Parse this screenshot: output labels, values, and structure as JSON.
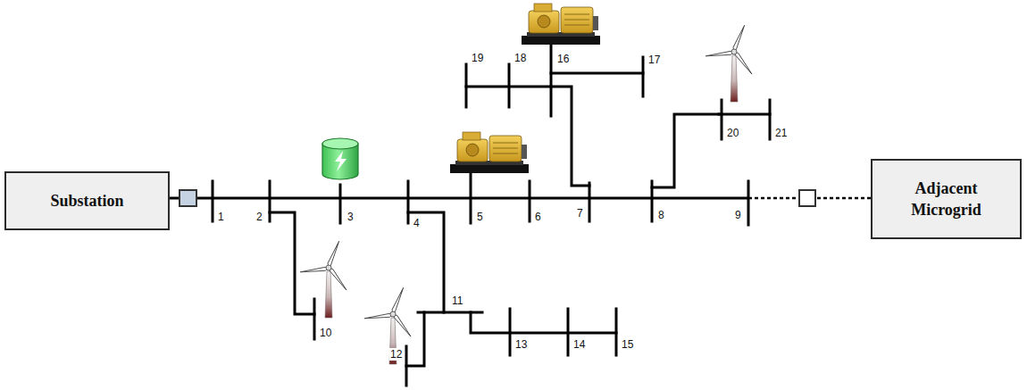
{
  "diagram": {
    "nodes": [
      {
        "text": [
          "Substation"
        ]
      },
      {
        "text": [
          "Adjacent Microgrid"
        ]
      }
    ],
    "edges": [
      {
        "from": 0,
        "to": 1,
        "arrow": "none"
      }
    ],
    "labels": [
      "1",
      "2",
      "3",
      "4",
      "5",
      "6",
      "7",
      "8",
      "9",
      "10",
      "11",
      "12",
      "13",
      "14",
      "15",
      "16",
      "17",
      "18",
      "19",
      "20",
      "21"
    ]
  }
}
